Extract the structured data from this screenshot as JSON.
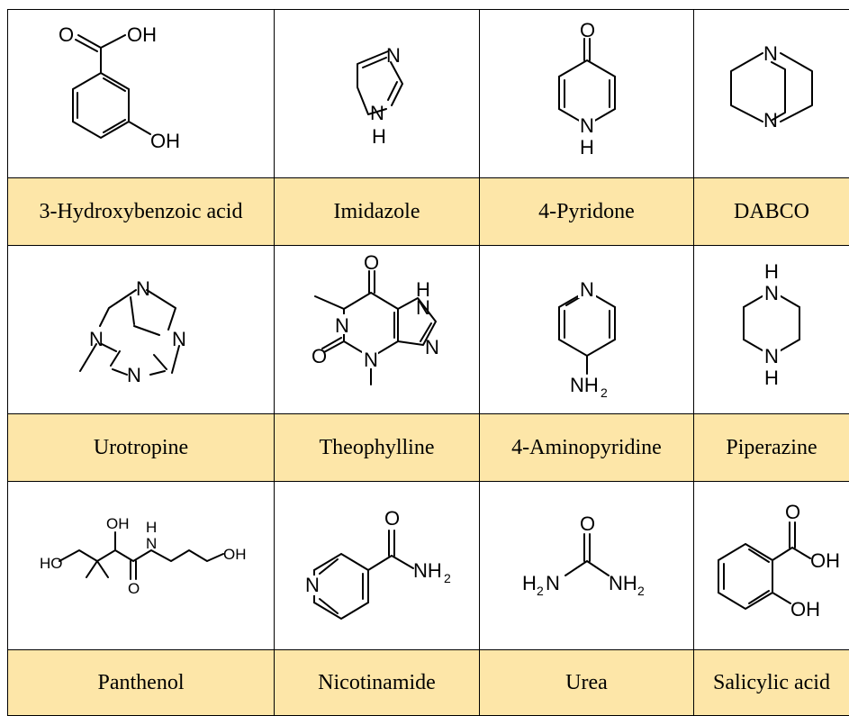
{
  "cells": [
    {
      "name": "3-Hydroxybenzoic acid",
      "structure_icon": "3-hydroxybenzoic-acid-structure-icon"
    },
    {
      "name": "Imidazole",
      "structure_icon": "imidazole-structure-icon"
    },
    {
      "name": "4-Pyridone",
      "structure_icon": "4-pyridone-structure-icon"
    },
    {
      "name": "DABCO",
      "structure_icon": "dabco-structure-icon"
    },
    {
      "name": "Urotropine",
      "structure_icon": "urotropine-structure-icon"
    },
    {
      "name": "Theophylline",
      "structure_icon": "theophylline-structure-icon"
    },
    {
      "name": "4-Aminopyridine",
      "structure_icon": "4-aminopyridine-structure-icon"
    },
    {
      "name": "Piperazine",
      "structure_icon": "piperazine-structure-icon"
    },
    {
      "name": "Panthenol",
      "structure_icon": "panthenol-structure-icon"
    },
    {
      "name": "Nicotinamide",
      "structure_icon": "nicotinamide-structure-icon"
    },
    {
      "name": "Urea",
      "structure_icon": "urea-structure-icon"
    },
    {
      "name": "Salicylic acid",
      "structure_icon": "salicylic-acid-structure-icon"
    }
  ],
  "colors": {
    "name_row_fill": "#fde6a8",
    "structure_row_fill": "#ffffff",
    "border": "#000000"
  }
}
